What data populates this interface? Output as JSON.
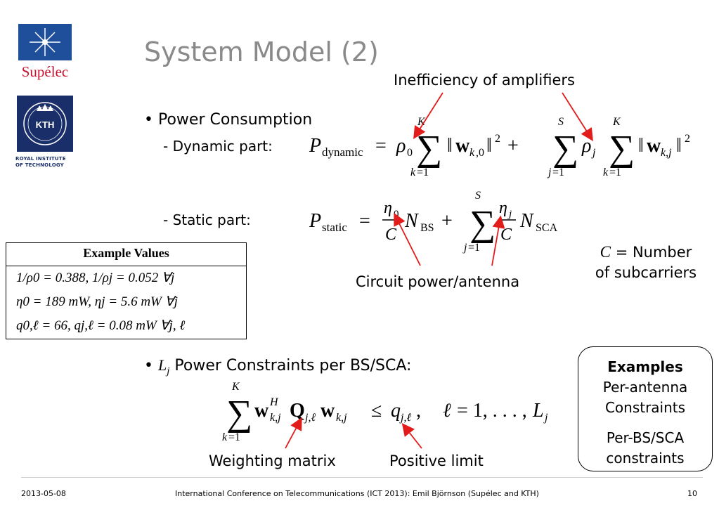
{
  "slide": {
    "title": "System Model (2)",
    "logos": {
      "supelec_text": "Supélec",
      "kth_text": "KTH",
      "kth_caption_line1": "ROYAL INSTITUTE",
      "kth_caption_line2": "OF TECHNOLOGY"
    },
    "bullets": {
      "power_consumption": "Power Consumption",
      "dynamic_label": "- Dynamic part:",
      "static_label": "- Static part:",
      "constraints_var": "L",
      "constraints_sub": "j",
      "constraints_text": "Power Constraints per BS/SCA:"
    },
    "annotations": {
      "inefficiency": "Inefficiency of amplifiers",
      "circuit_power": "Circuit power/antenna",
      "c_symbol": "C",
      "c_equals": " = Number",
      "c_line2": "of subcarriers",
      "weighting": "Weighting matrix",
      "positive_limit": "Positive limit"
    },
    "example_values": {
      "header": "Example Values",
      "row1": "1/ρ0 = 0.388, 1/ρj = 0.052 ∀j",
      "row2": "η0 = 189 mW, ηj = 5.6 mW ∀j",
      "row3": "q0,ℓ = 66, qj,ℓ = 0.08 mW ∀j, ℓ"
    },
    "examples_box": {
      "heading": "Examples",
      "line1": "Per-antenna",
      "line2": "Constraints",
      "line3": "Per-BS/SCA",
      "line4": "constraints"
    },
    "equations": {
      "dynamic": "P_dynamic = ρ0 Σ_{k=1}^{K} ||w_{k,0}||² + Σ_{j=1}^{S} ρj Σ_{k=1}^{K} ||w_{k,j}||²",
      "static": "P_static = η0/C N_BS + Σ_{j=1}^{S} ηj/C N_SCA",
      "constraint": "Σ_{k=1}^{K} w_{k,j}^H Q_{j,ℓ} w_{k,j} ≤ q_{j,ℓ},   ℓ = 1,...,L_j"
    },
    "footer": {
      "date": "2013-05-08",
      "conference": "International Conference on Telecommunications (ICT 2013): Emil Björnson (Supélec and KTH)",
      "page": "10"
    },
    "colors": {
      "title": "#8a8a8a",
      "arrow": "#e21b1b",
      "supelec_blue": "#1f4e9a",
      "supelec_red": "#c8102e",
      "kth_blue": "#1a2f6a"
    }
  }
}
